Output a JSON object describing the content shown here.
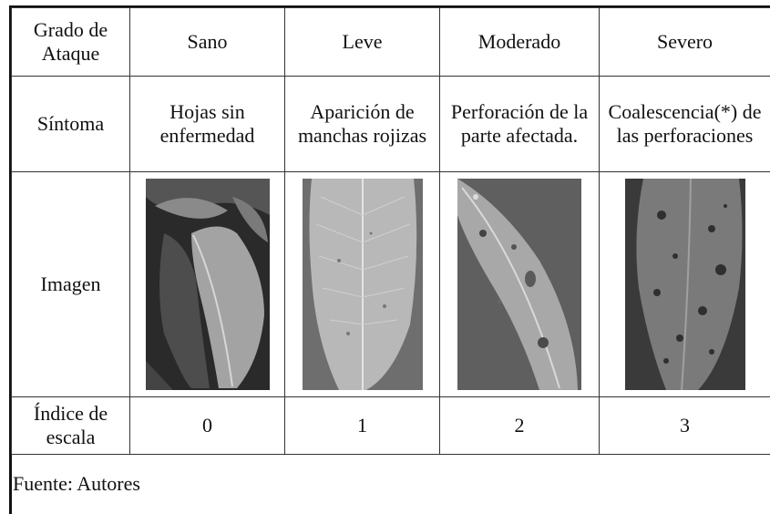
{
  "table": {
    "header": {
      "label": "Grado de Ataque",
      "columns": [
        "Sano",
        "Leve",
        "Moderado",
        "Severo"
      ]
    },
    "symptom": {
      "label": "Síntoma",
      "values": [
        "Hojas sin enfermedad",
        "Aparición de manchas rojizas",
        "Perforación de la parte afectada.",
        "Coalescencia(*) de las perforaciones"
      ]
    },
    "image": {
      "label": "Imagen",
      "leaves": [
        "healthy-leaf",
        "leaf-with-red-spots",
        "leaf-with-perforations",
        "leaf-with-coalesced-perforations"
      ]
    },
    "index": {
      "label": "Índice de escala",
      "values": [
        "0",
        "1",
        "2",
        "3"
      ]
    }
  },
  "source": "Fuente: Autores"
}
